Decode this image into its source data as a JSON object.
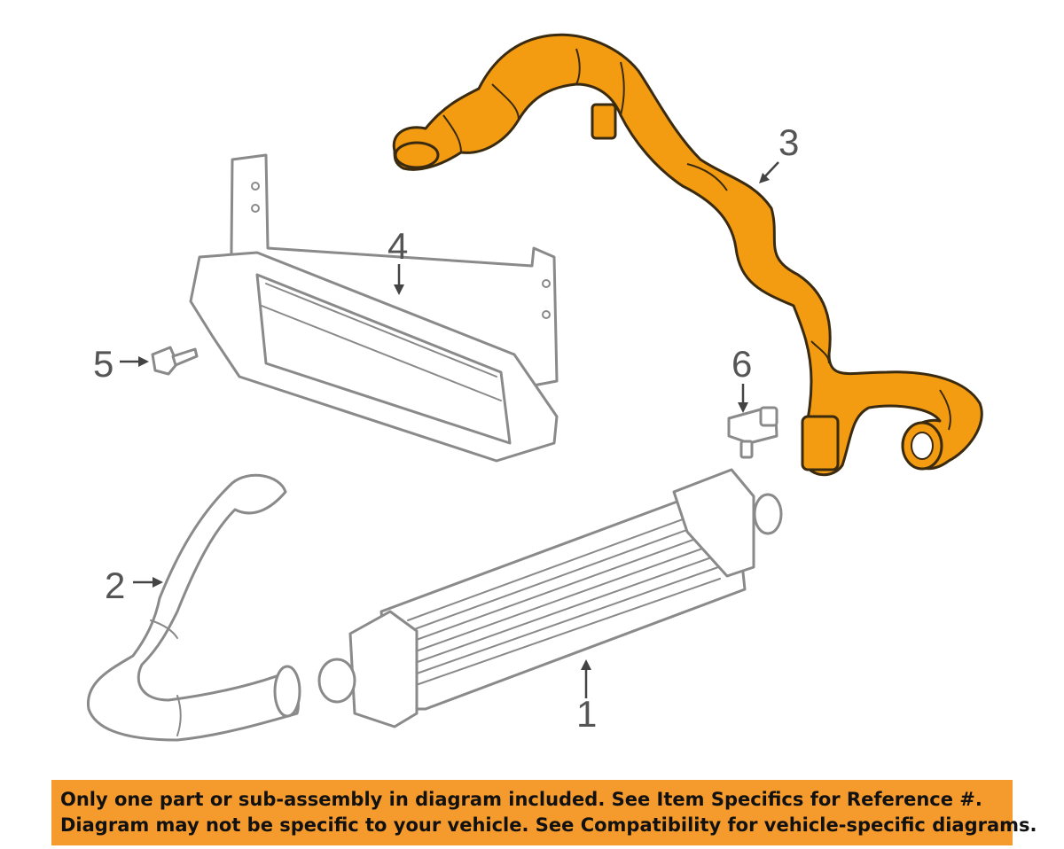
{
  "callouts": {
    "c1": "1",
    "c2": "2",
    "c3": "3",
    "c4": "4",
    "c5": "5",
    "c6": "6"
  },
  "banner": {
    "line1": "Only one part or sub-assembly in diagram included. See Item Specifics for Reference #.",
    "line2": "Diagram may not be specific to your vehicle. See Compatibility for vehicle-specific diagrams."
  },
  "colors": {
    "highlight": "#f39c12",
    "banner_bg": "#f59a2d",
    "line_art": "#8a8a8a"
  }
}
